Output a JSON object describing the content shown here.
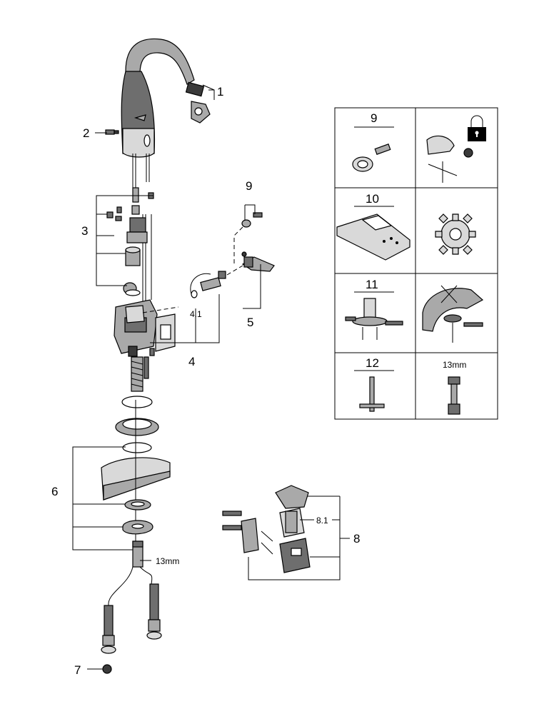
{
  "callouts": {
    "c1": "1",
    "c2": "2",
    "c3": "3",
    "c4": "4",
    "c4_1": "4.1",
    "c5": "5",
    "c6": "6",
    "c7": "7",
    "c8": "8",
    "c8_1": "8.1",
    "c9": "9",
    "wrench_size": "13mm"
  },
  "tool_panel": {
    "t9": "9",
    "t10": "10",
    "t11": "11",
    "t12": "12",
    "t13": "13mm"
  },
  "icons": [
    "lock-icon",
    "gear-icon",
    "remote-control-icon",
    "tool-icon"
  ]
}
